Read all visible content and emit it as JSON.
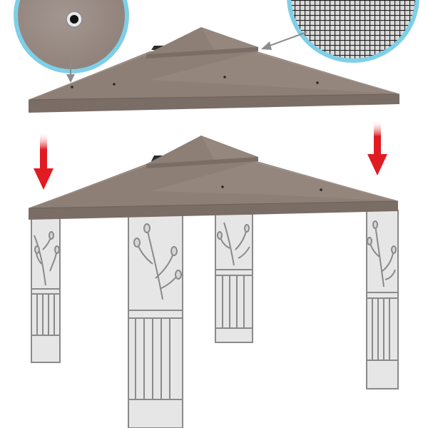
{
  "product": {
    "subject": "gazebo-replacement-canopy",
    "parts": [
      {
        "name": "grommet-detail-callout",
        "icon": "grommet-icon"
      },
      {
        "name": "mesh-vent-detail-callout",
        "icon": "mesh-icon"
      },
      {
        "name": "replacement-canopy",
        "icon": "canopy-icon"
      },
      {
        "name": "installation-arrows",
        "icon": "arrow-down-icon"
      },
      {
        "name": "gazebo-frame-with-canopy",
        "icon": "gazebo-icon"
      }
    ]
  },
  "colors": {
    "canopy": "#8e7f76",
    "canopy_shadow": "#6f625b",
    "canopy_highlight": "#a39690",
    "frame": "#d0d0d0",
    "frame_stroke": "#8a8a8a",
    "callout_ring": "#7ecfe8",
    "mesh": "#1c1c1c",
    "arrow_red": "#e11b22",
    "pointer_gray": "#8c8c8c"
  }
}
